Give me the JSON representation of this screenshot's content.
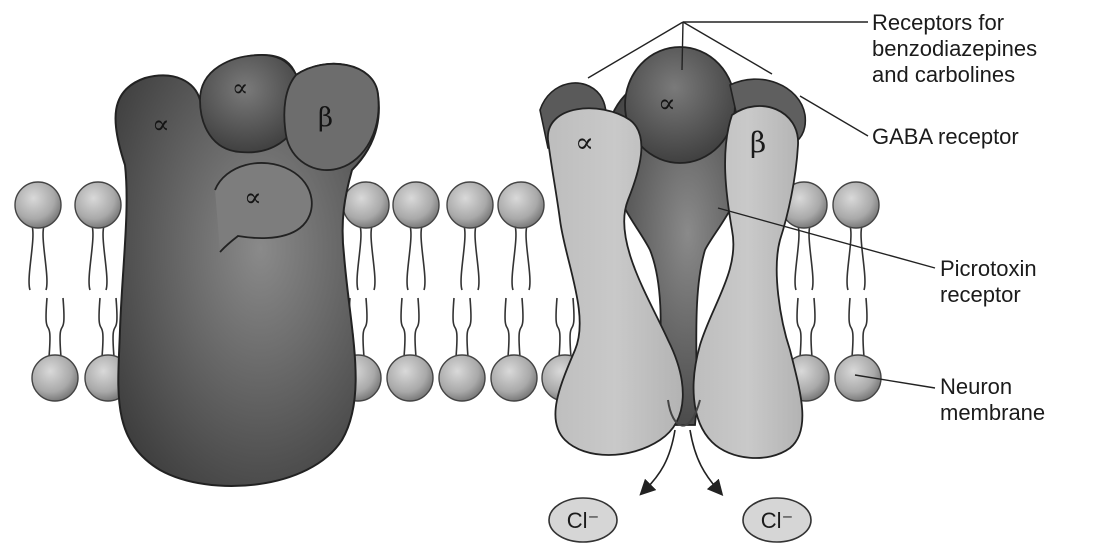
{
  "labels": {
    "benzo_line1": "Receptors for",
    "benzo_line2": "benzodiazepines",
    "benzo_line3": "and carbolines",
    "gaba": "GABA receptor",
    "picrotoxin_line1": "Picrotoxin",
    "picrotoxin_line2": "receptor",
    "membrane_line1": "Neuron",
    "membrane_line2": "membrane"
  },
  "subunits": {
    "alpha": "∝",
    "beta": "β"
  },
  "ions": [
    "Cl⁻",
    "Cl⁻"
  ]
}
